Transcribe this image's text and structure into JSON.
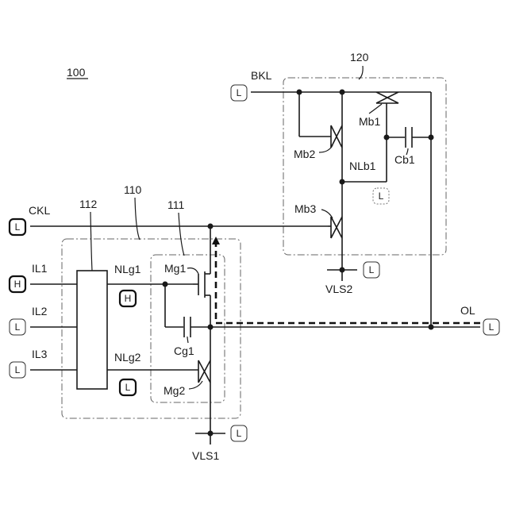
{
  "figure": {
    "ref": "100",
    "blocks": {
      "b110": "110",
      "b111": "111",
      "b112": "112",
      "b120": "120"
    },
    "signals": {
      "ckl": "CKL",
      "bkl": "BKL",
      "il1": "IL1",
      "il2": "IL2",
      "il3": "IL3",
      "ol": "OL",
      "vls1": "VLS1",
      "vls2": "VLS2"
    },
    "nodes": {
      "nlg1": "NLg1",
      "nlg2": "NLg2",
      "nlb1": "NLb1"
    },
    "elements": {
      "mg1": "Mg1",
      "mg2": "Mg2",
      "cg1": "Cg1",
      "mb1": "Mb1",
      "mb2": "Mb2",
      "mb3": "Mb3",
      "cb1": "Cb1"
    },
    "states": {
      "bkl": "L",
      "ckl": "L",
      "il1": "H",
      "il2": "L",
      "il3": "L",
      "nlg1": "H",
      "nlg2": "L",
      "nlb1": "L",
      "vls1": "L",
      "vls2": "L",
      "ol": "L"
    }
  }
}
